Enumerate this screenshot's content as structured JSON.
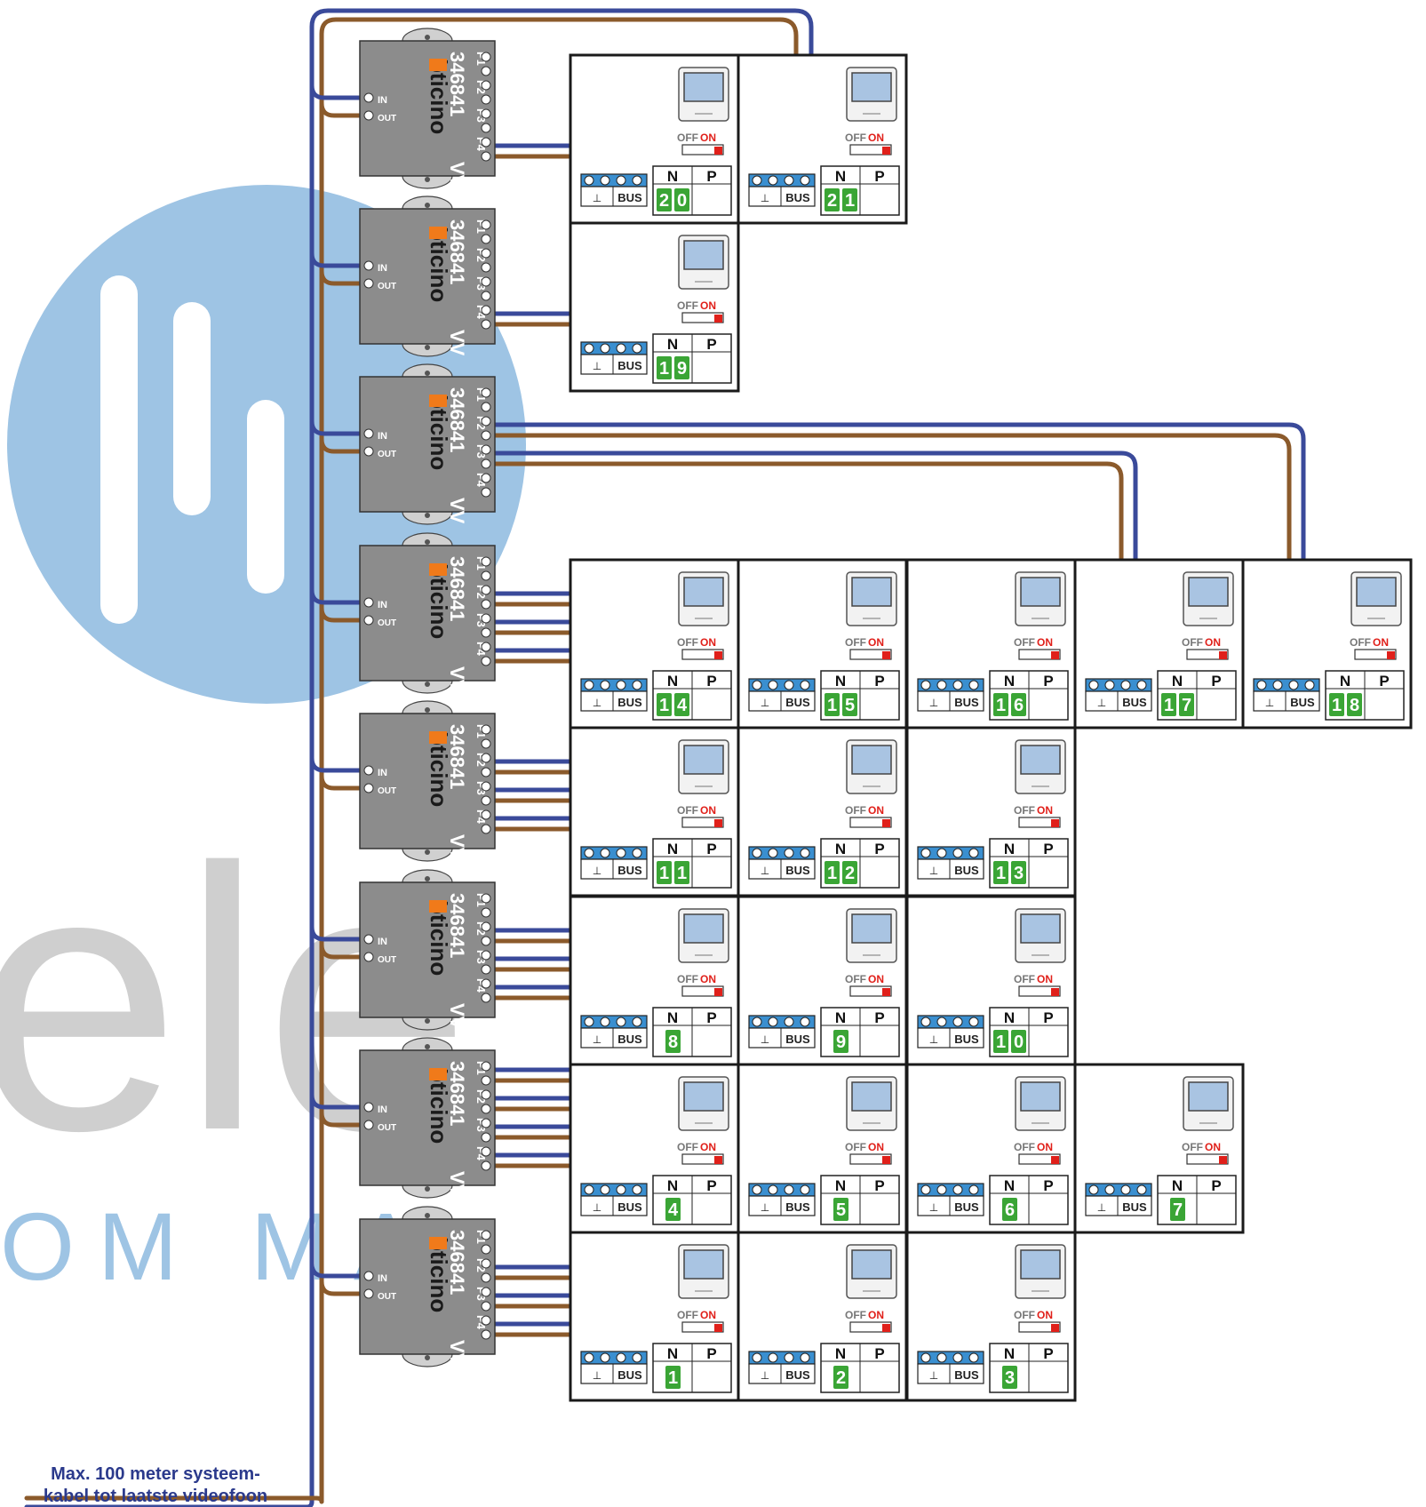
{
  "watermark": {
    "text_large": "ele",
    "text_row": "OM MA    E"
  },
  "colors": {
    "bus_blue": "#3a4a9a",
    "bus_brown": "#8b5a2b",
    "module_grey": "#8c8c8c",
    "logo_orange": "#f07a1a",
    "number_green": "#3aa535",
    "terminal_blue": "#3a8fd0",
    "switch_red": "#e0201a",
    "watermark_blue": "#9ec4e4",
    "watermark_grey": "#cfcfcf",
    "note_blue": "#2b3a8c"
  },
  "module": {
    "model": "346841",
    "brand": "bticino",
    "vv": "VV",
    "in_label": "IN",
    "out_label": "OUT",
    "ports": [
      "P1",
      "P2",
      "P3",
      "P4"
    ]
  },
  "monitor": {
    "bus_label": "BUS",
    "n_label": "N",
    "p_label": "P",
    "off_label": "OFF",
    "on_label": "ON"
  },
  "apartments": [
    {
      "digits": [
        "2",
        "0"
      ]
    },
    {
      "digits": [
        "2",
        "1"
      ]
    },
    {
      "digits": [
        "1",
        "9"
      ]
    },
    {
      "digits": [
        "1",
        "4"
      ]
    },
    {
      "digits": [
        "1",
        "5"
      ]
    },
    {
      "digits": [
        "1",
        "6"
      ]
    },
    {
      "digits": [
        "1",
        "7"
      ]
    },
    {
      "digits": [
        "1",
        "8"
      ]
    },
    {
      "digits": [
        "1",
        "1"
      ]
    },
    {
      "digits": [
        "1",
        "2"
      ]
    },
    {
      "digits": [
        "1",
        "3"
      ]
    },
    {
      "digits": [
        "8"
      ]
    },
    {
      "digits": [
        "9"
      ]
    },
    {
      "digits": [
        "1",
        "0"
      ]
    },
    {
      "digits": [
        "4"
      ]
    },
    {
      "digits": [
        "5"
      ]
    },
    {
      "digits": [
        "6"
      ]
    },
    {
      "digits": [
        "7"
      ]
    },
    {
      "digits": [
        "1"
      ]
    },
    {
      "digits": [
        "2"
      ]
    },
    {
      "digits": [
        "3"
      ]
    }
  ],
  "note": {
    "line1": "Max. 100 meter systeem-",
    "line2": "kabel tot laatste videofoon"
  }
}
